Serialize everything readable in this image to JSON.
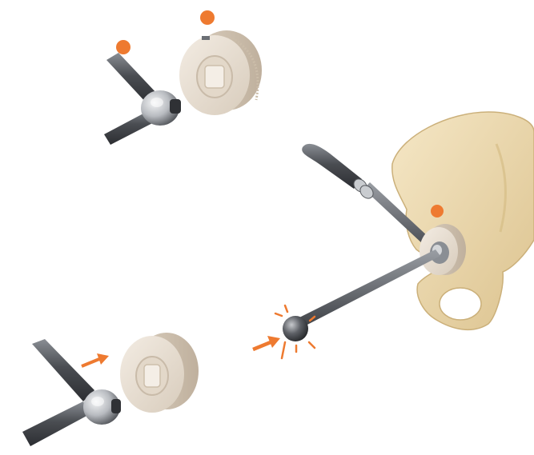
{
  "figure": {
    "colors": {
      "background": "#ffffff",
      "accent_orange": "#ee7a30",
      "metal_dark": "#3e4045",
      "metal_mid": "#6b6f75",
      "metal_light": "#c9ccd0",
      "guide_cream": "#e8dfd3",
      "guide_shadow": "#c9bba9",
      "bone": "#eedcb3",
      "bone_shadow": "#d6bd86"
    },
    "panels": [
      {
        "id": "top-left",
        "icon": "handle-with-ball-joint-and-guide-ring",
        "markers": 2
      },
      {
        "id": "bottom-left",
        "icon": "handle-inserting-into-guide-ring",
        "arrows": 1
      },
      {
        "id": "right",
        "icon": "instrument-shaft-in-pelvis-acetabulum",
        "markers": 1,
        "arrows": 1,
        "radial_ticks": 6
      }
    ]
  }
}
